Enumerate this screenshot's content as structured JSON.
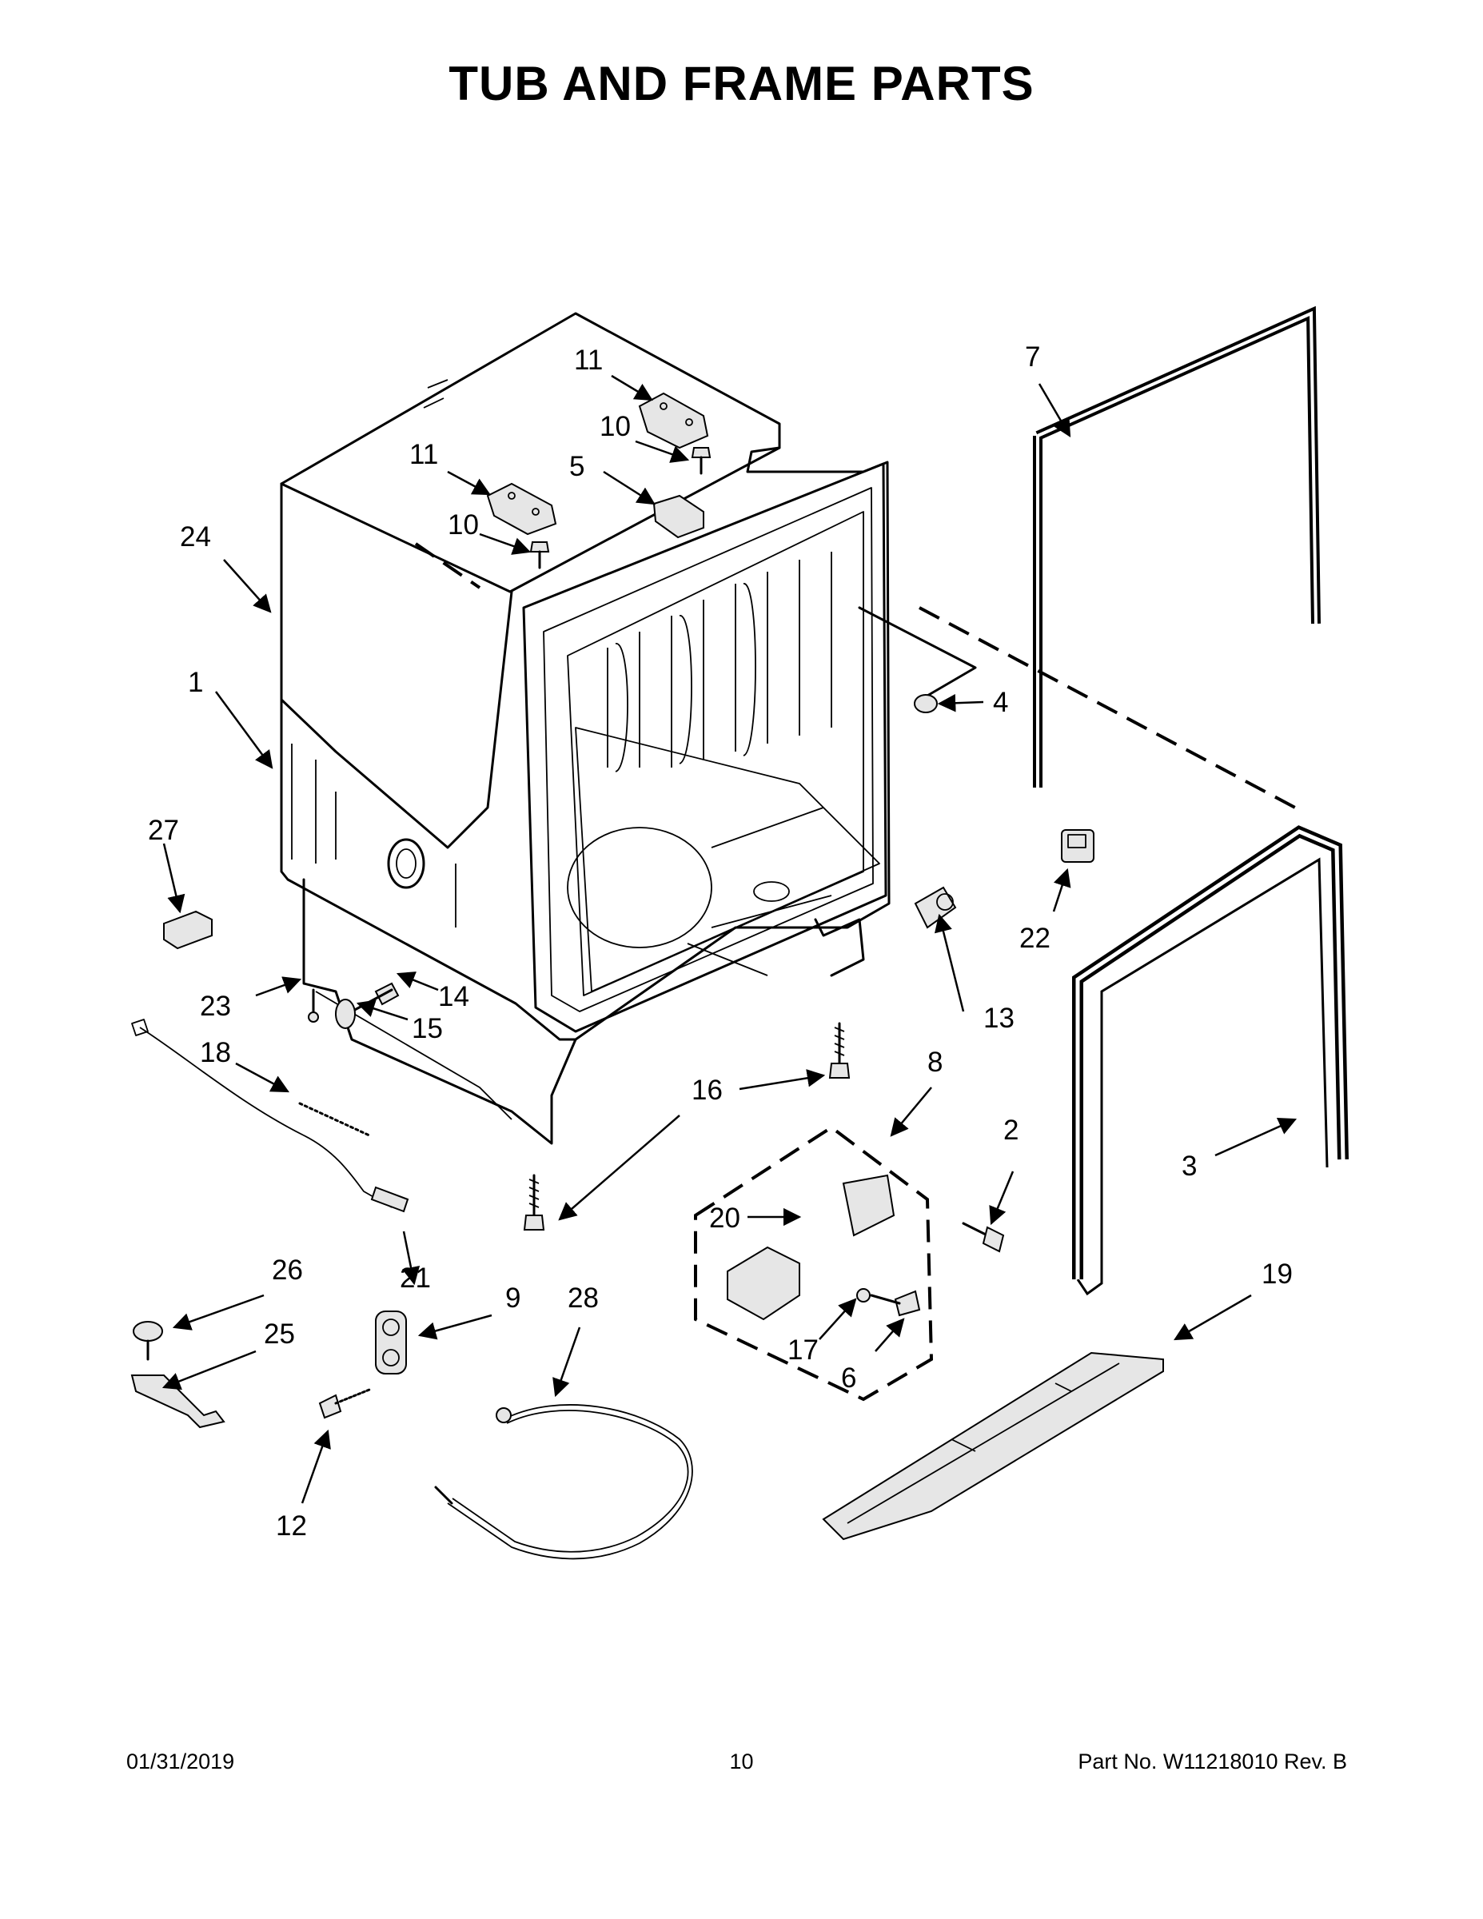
{
  "page": {
    "title": "TUB AND FRAME PARTS",
    "footer_date": "01/31/2019",
    "footer_page": "10",
    "footer_part": "Part No.  W11218010  Rev.  B"
  },
  "callouts": {
    "c1": "1",
    "c2": "2",
    "c3": "3",
    "c4": "4",
    "c5": "5",
    "c6": "6",
    "c7": "7",
    "c8": "8",
    "c9": "9",
    "c10a": "10",
    "c10b": "10",
    "c11a": "11",
    "c11b": "11",
    "c12": "12",
    "c13": "13",
    "c14": "14",
    "c15": "15",
    "c16": "16",
    "c17": "17",
    "c18": "18",
    "c19": "19",
    "c20": "20",
    "c21": "21",
    "c22": "22",
    "c23": "23",
    "c24": "24",
    "c25": "25",
    "c26": "26",
    "c27": "27",
    "c28": "28"
  }
}
